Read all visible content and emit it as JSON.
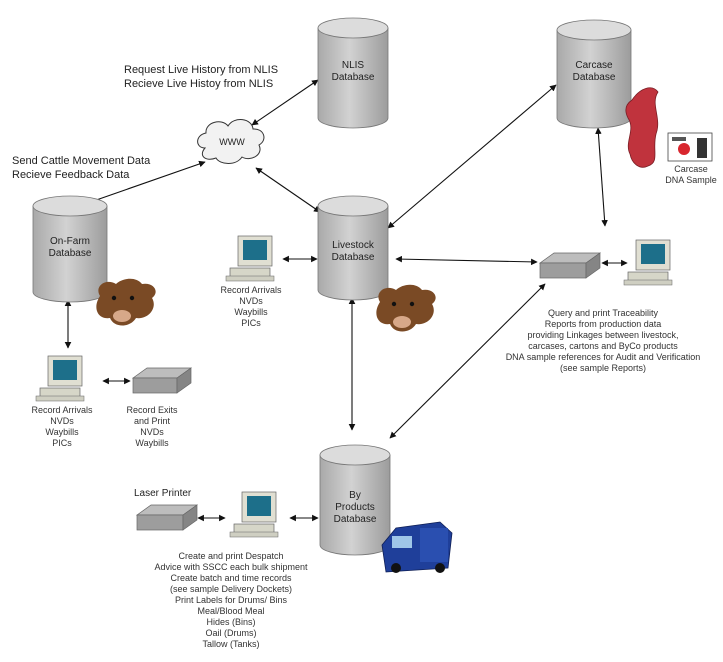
{
  "top_left_text": {
    "request_line": "Request Live History from NLIS\nRecieve Live Histoy from NLIS",
    "cattle_line": "Send Cattle Movement Data\nRecieve Feedback Data"
  },
  "cloud": {
    "label": "WWW"
  },
  "databases": {
    "nlis": "NLIS\nDatabase",
    "carcase": "Carcase\nDatabase",
    "onfarm": "On-Farm\nDatabase",
    "livestock": "Livestock\nDatabase",
    "byproducts": "By\nProducts\nDatabase"
  },
  "labels": {
    "carcase_sample": "Carcase\nDNA Sample",
    "onfarm_pc": "Record Arrivals\nNVDs\nWaybills\nPICs",
    "onfarm_printer": "Record Exits\nand Print\nNVDs\nWaybills",
    "livestock_pc": "Record Arrivals\nNVDs\nWaybills\nPICs",
    "traceability": "Query and print Traceability\nReports from production data\nproviding Linkages between livestock,\ncarcases, cartons and ByCo products\nDNA sample references for Audit and Verification\n(see sample Reports)",
    "laser_printer": "Laser Printer",
    "despatch": "Create and print Despatch\nAdvice with SSCC each bulk shipment\nCreate batch and time records\n(see sample Delivery Dockets)\nPrint Labels for Drums/ Bins\nMeal/Blood Meal\nHides (Bins)\nOail (Drums)\nTallow (Tanks)"
  },
  "colors": {
    "db_body": "#c4c4c4",
    "db_top": "#dddddd",
    "cow": "#7a4a25",
    "truck": "#1f3f9a",
    "carcase": "#c0333d",
    "monitor_screen": "#1d6f8a"
  },
  "icons": [
    "cloud-icon",
    "cylinder-icon",
    "computer-icon",
    "printer-icon",
    "cow-icon",
    "truck-icon",
    "carcase-icon",
    "dna-sample-icon"
  ]
}
